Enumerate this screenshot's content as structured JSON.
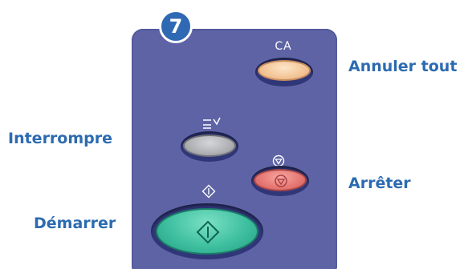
{
  "step_number": "7",
  "buttons": {
    "clear_all": {
      "key_label": "CA",
      "description": "Annuler tout"
    },
    "interrupt": {
      "description": "Interrompre"
    },
    "stop": {
      "description": "Arrêter"
    },
    "start": {
      "description": "Démarrer"
    }
  },
  "icons": {
    "interrupt": "interrupt-icon",
    "stop": "stop-icon",
    "start": "start-icon"
  },
  "colors": {
    "panel": "#5d63a5",
    "label_text": "#2c6bb1",
    "clear_all_button": "#f4c79a",
    "interrupt_button": "#aeb0b4",
    "stop_button": "#e77a75",
    "start_button": "#3fc0a0"
  }
}
